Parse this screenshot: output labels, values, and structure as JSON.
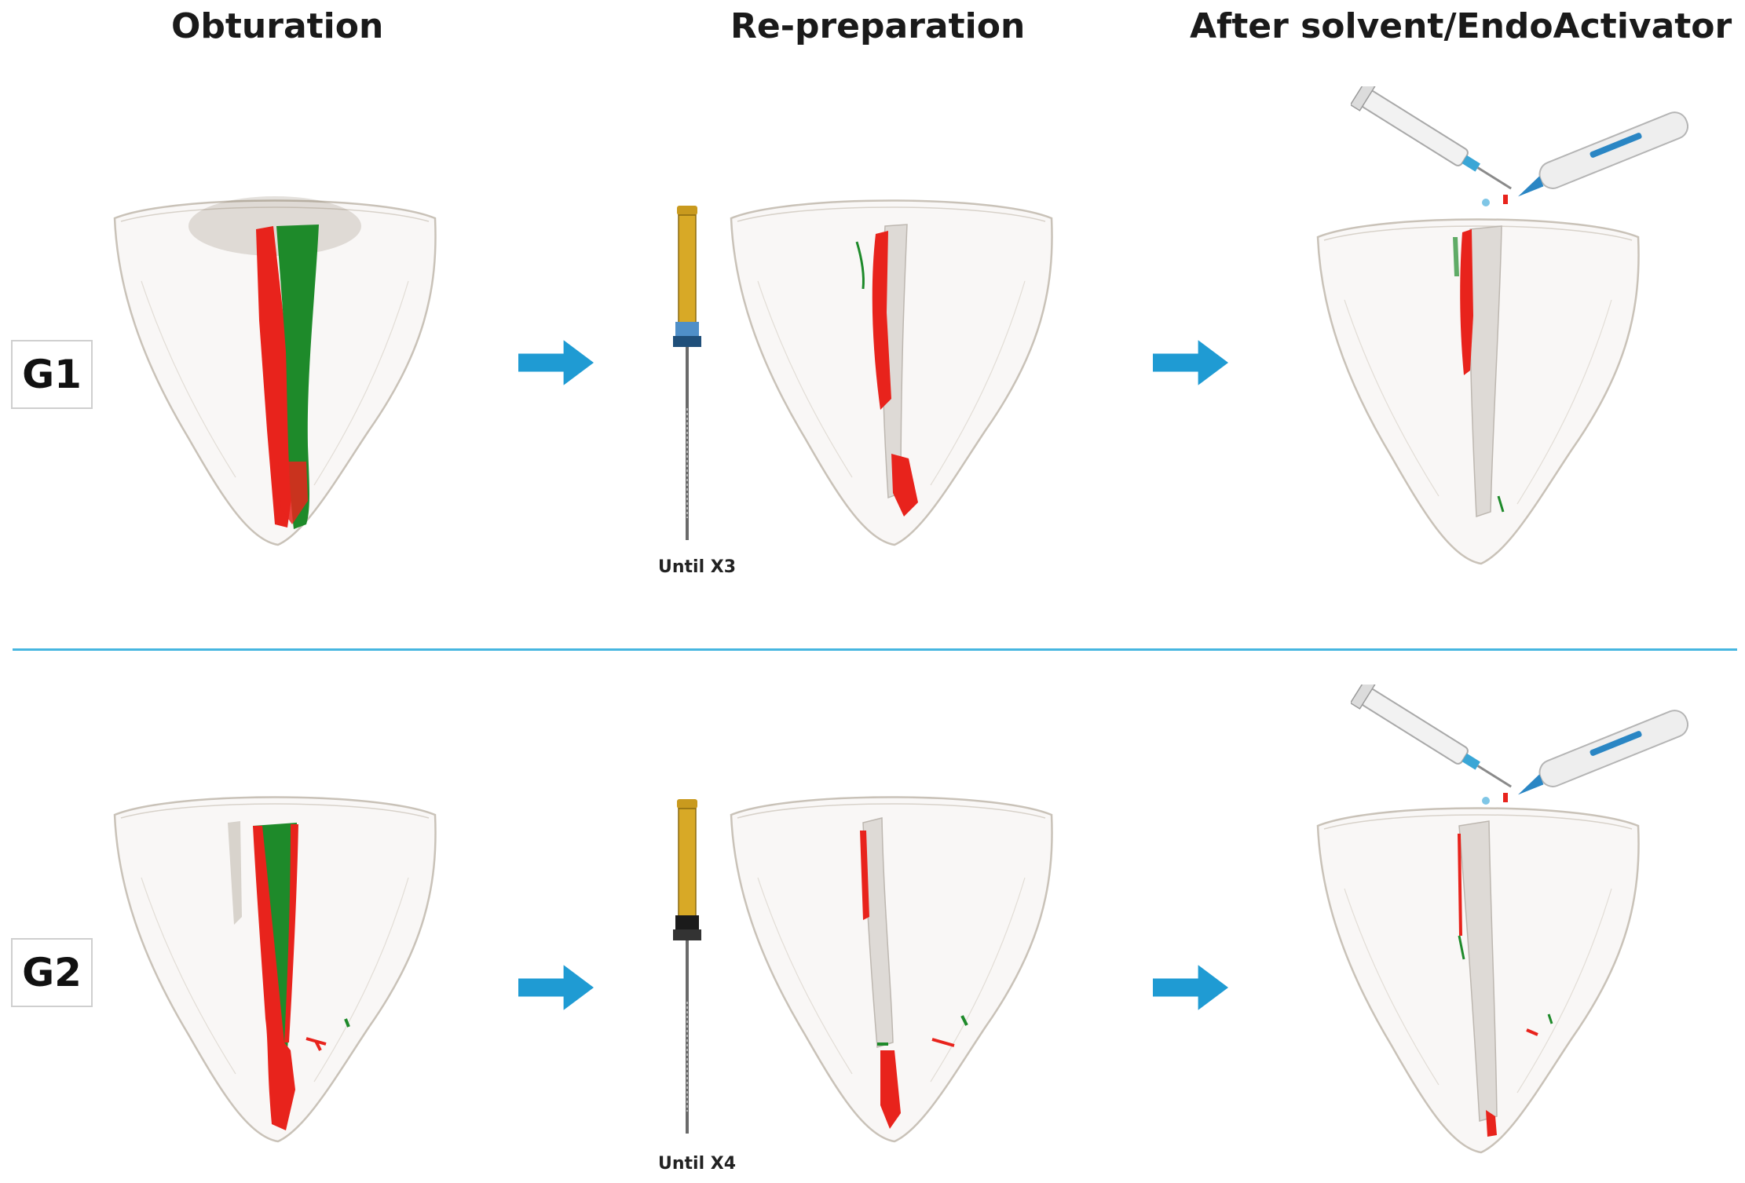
{
  "columns": [
    "Obturation",
    "Re-preparation",
    "After solvent/EndoActivator"
  ],
  "groups": [
    {
      "label": "G1",
      "file_label": "Until X3",
      "file_stop_color": "#4f8fc8"
    },
    {
      "label": "G2",
      "file_label": "Until X4",
      "file_stop_color": "#1b1b1b"
    }
  ],
  "colors": {
    "arrow": "#1f9bd3",
    "divider": "#46b6e0",
    "gutta_percha": "#1e8a2a",
    "sealer": "#e8231c",
    "tooth_outline": "#c9c2b8",
    "file_handle": "#c99a1e"
  }
}
